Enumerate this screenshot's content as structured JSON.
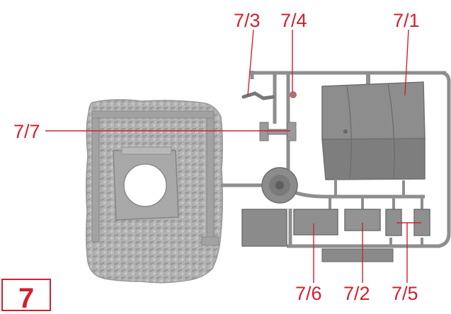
{
  "step": {
    "number": "7"
  },
  "callouts": {
    "part_7_3": "7/3",
    "part_7_4": "7/4",
    "part_7_1": "7/1",
    "part_7_7": "7/7",
    "part_7_6": "7/6",
    "part_7_2": "7/2",
    "part_7_5": "7/5"
  },
  "colors": {
    "callout": "#d2202f",
    "plastic": "#8a8a8a",
    "plastic_light": "#b4b4b4",
    "plastic_dark": "#6e6e6e"
  }
}
